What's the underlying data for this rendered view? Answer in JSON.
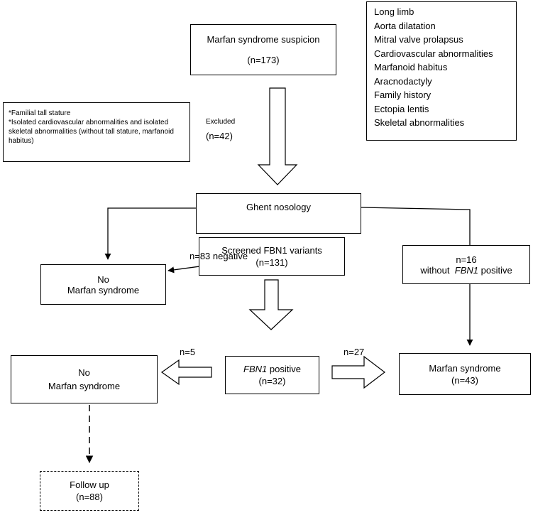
{
  "suspicion": {
    "title": "Marfan syndrome suspicion",
    "count": "(n=173)"
  },
  "criteria": {
    "items": [
      "Long limb",
      "Aorta dilatation",
      "Mitral valve prolapsus",
      "Cardiovascular abnormalities",
      "Marfanoid habitus",
      "Aracnodactyly",
      "Family history",
      "Ectopia lentis",
      "Skeletal abnormalities"
    ]
  },
  "exclusion": {
    "reason_1": "*Familial tall stature",
    "reason_2": "*Isolated  cardiovascular abnormalities and isolated skeletal abnormalities (without tall stature, marfanoid habitus)",
    "label": "Excluded",
    "count": "(n=42)"
  },
  "ghent": {
    "title": "Ghent nosology"
  },
  "screened": {
    "title": "Screened FBN1 variants",
    "count": "(n=131)"
  },
  "no_marfan_1": {
    "line1": "No",
    "line2": "Marfan syndrome"
  },
  "negative_label": "n=83 negative",
  "without_fbn1": {
    "count": "n=16",
    "prefix": "without",
    "gene": "FBN1",
    "suffix": "positive"
  },
  "fbn1_positive": {
    "gene": "FBN1",
    "label": "positive",
    "count": "(n=32)"
  },
  "n5_label": "n=5",
  "n27_label": "n=27",
  "no_marfan_2": {
    "line1": "No",
    "line2": "Marfan syndrome"
  },
  "marfan": {
    "title": "Marfan syndrome",
    "count": "(n=43)"
  },
  "follow_up": {
    "title": "Follow up",
    "count": "(n=88)"
  }
}
